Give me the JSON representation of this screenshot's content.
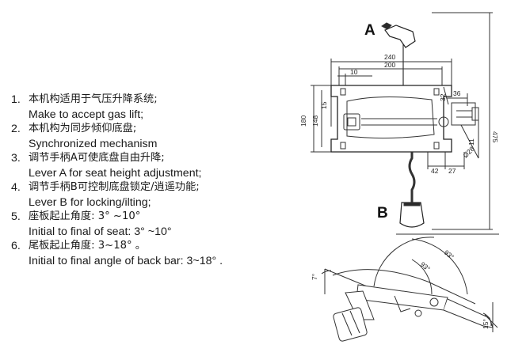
{
  "specs": [
    {
      "num": "1.",
      "cn": "本机构适用于气压升降系统;",
      "en": "Make to accept gas lift;"
    },
    {
      "num": "2.",
      "cn": "本机构为同步倾仰底盘;",
      "en": "Synchronized mechanism"
    },
    {
      "num": "3.",
      "cn": "调节手柄A可使底盘自由升降;",
      "en": "Lever A for seat height adjustment;"
    },
    {
      "num": "4.",
      "cn": "调节手柄B可控制底盘锁定/逍遥功能;",
      "en": "Lever B for locking/ilting;"
    },
    {
      "num": "5.",
      "cn": "座板起止角度: 3°  ~10°",
      "en": "Initial to final of seat: 3°  ~10°"
    },
    {
      "num": "6.",
      "cn": "尾板起止角度: 3~18°  。",
      "en": "Initial to final angle of back bar: 3~18°  ."
    }
  ],
  "drawing": {
    "label_a": "A",
    "label_b": "B",
    "dims": {
      "d240": "240",
      "d200": "200",
      "d10": "10",
      "d475": "475",
      "d180": "180",
      "d148": "148",
      "d15": "15",
      "d32": "32",
      "d36": "36",
      "d11": "11",
      "d42": "42",
      "d27": "27",
      "d28": "Ø28"
    },
    "angles": {
      "a93_left": "93°",
      "a93_right": "93°",
      "a7": "7°",
      "a15": "15°"
    }
  },
  "colors": {
    "ink": "#1a1a1a",
    "line": "#333333",
    "knob": "#2a2a2a"
  }
}
